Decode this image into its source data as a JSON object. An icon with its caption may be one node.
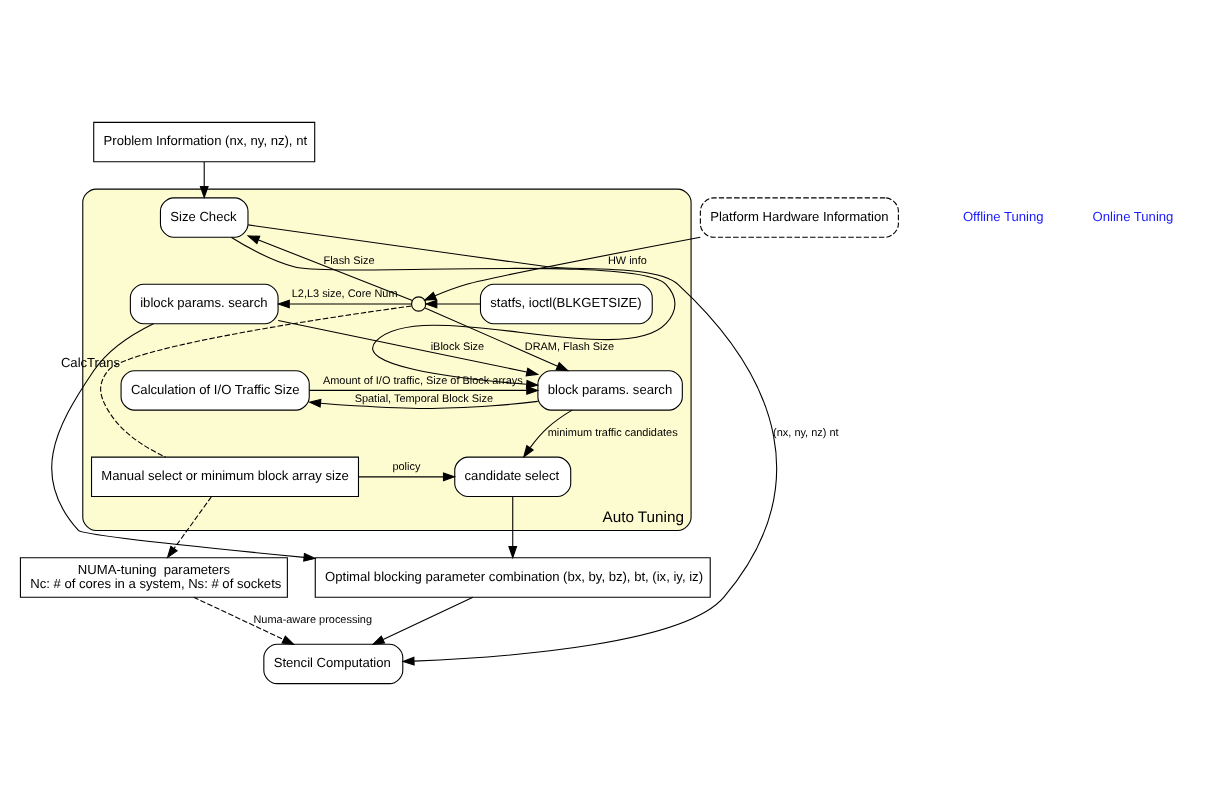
{
  "diagram": {
    "nodes": [
      {
        "text": [
          "Problem Information (nx, ny, nz), nt"
        ]
      },
      {
        "text": [
          "Platform Hardware Information"
        ]
      },
      {
        "text": [
          "Auto Tuning"
        ]
      },
      {
        "text": [
          "Size Check"
        ],
        "in": 2
      },
      {
        "text": [
          "iblock params. search"
        ],
        "in": 2
      },
      {
        "text": [],
        "shape": "circle",
        "in": 2
      },
      {
        "text": [
          "statfs, ioctl(BLKGETSIZE)"
        ],
        "in": 2
      },
      {
        "text": [
          "block params. search"
        ],
        "in": 2
      },
      {
        "text": [
          "Calculation of I/O Traffic Size"
        ],
        "beside": [
          "CalcTrans"
        ],
        "in": 2
      },
      {
        "text": [
          "candidate select"
        ],
        "in": 2
      },
      {
        "text": [
          "Manual select or minimum block array size"
        ],
        "in": 2
      },
      {
        "text": [
          "Optimal blocking parameter combination (bx, by, bz), bt, (ix, iy, iz)"
        ]
      },
      {
        "text": [
          "NUMA-tuning  parameters",
          "Nc: # of cores in a system, Ns: # of sockets"
        ]
      },
      {
        "text": [
          "Stencil Computation"
        ]
      }
    ],
    "edges": [
      {
        "from": 0,
        "to": 3,
        "arrow": "to"
      },
      {
        "from": 1,
        "to": 5,
        "arrow": "to",
        "label": "HW info"
      },
      {
        "from": 6,
        "to": 5,
        "arrow": "to"
      },
      {
        "from": 5,
        "to": 3,
        "arrow": "to",
        "label": "Flash Size"
      },
      {
        "from": 5,
        "to": 4,
        "arrow": "to",
        "label": "L2,L3 size, Core Num"
      },
      {
        "from": 5,
        "to": 7,
        "arrow": "to",
        "label": "DRAM, Flash Size"
      },
      {
        "from": 5,
        "to": 10,
        "arrow": "none",
        "style": "dashed"
      },
      {
        "from": 4,
        "to": 7,
        "arrow": "to",
        "label": "iBlock Size"
      },
      {
        "from": 3,
        "to": 7,
        "arrow": "to"
      },
      {
        "from": 3,
        "to": 13,
        "arrow": "to",
        "label": "(nx, ny, nz) nt"
      },
      {
        "from": 7,
        "to": 8,
        "arrow": "to",
        "label": "Spatial, Temporal Block Size"
      },
      {
        "from": 8,
        "to": 7,
        "arrow": "to",
        "label": "Amount of I/O traffic, Size of Block arrays"
      },
      {
        "from": 7,
        "to": 9,
        "arrow": "to",
        "label": "minimum traffic candidates"
      },
      {
        "from": 10,
        "to": 9,
        "arrow": "to",
        "label": "policy"
      },
      {
        "from": 4,
        "to": 11,
        "arrow": "to"
      },
      {
        "from": 9,
        "to": 11,
        "arrow": "to"
      },
      {
        "from": 11,
        "to": 13,
        "arrow": "to"
      },
      {
        "from": 10,
        "to": 12,
        "arrow": "to",
        "style": "dashed"
      },
      {
        "from": 12,
        "to": 13,
        "arrow": "to",
        "style": "dashed",
        "label": "Numa-aware processing"
      }
    ],
    "labels": [
      "Offline Tuning",
      "Online Tuning"
    ]
  }
}
